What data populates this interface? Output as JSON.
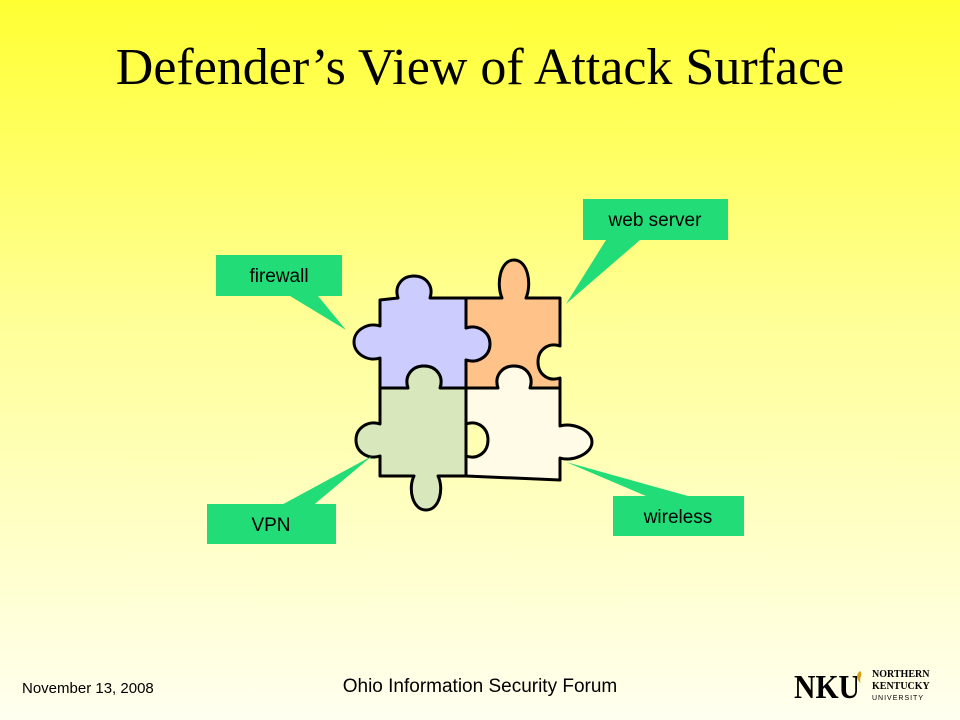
{
  "title": "Defender’s View of Attack Surface",
  "callouts": {
    "firewall": "firewall",
    "web_server": "web server",
    "vpn": "VPN",
    "wireless": "wireless"
  },
  "footer": {
    "date": "November 13, 2008",
    "event": "Ohio Information Security Forum"
  },
  "logo": {
    "mark": "NKU",
    "line1": "NORTHERN",
    "line2": "KENTUCKY",
    "line3": "UNIVERSITY"
  },
  "colors": {
    "callout": "#22dd77",
    "piece_firewall": "#ccccff",
    "piece_web_server": "#ffc38a",
    "piece_vpn": "#d8e8bc",
    "piece_wireless": "#fffbe6"
  }
}
